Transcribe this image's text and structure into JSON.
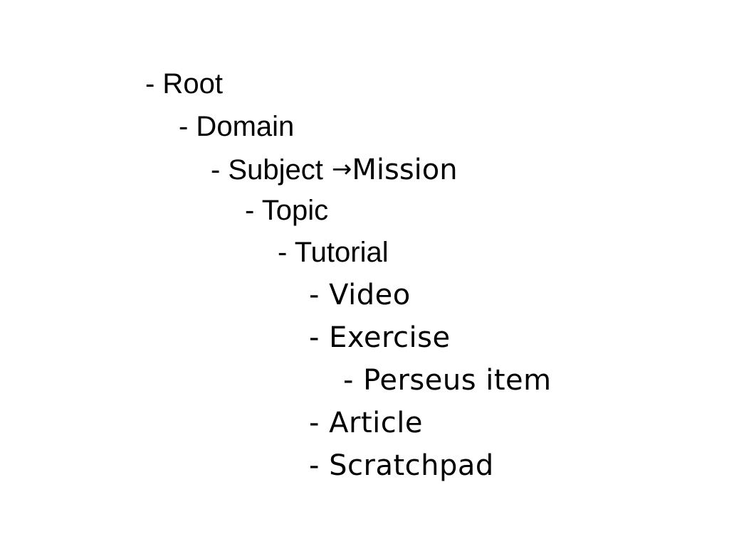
{
  "hierarchy": {
    "root": "- Root",
    "domain": "- Domain",
    "subject": "- Subject",
    "subject_arrow": "→",
    "subject_mapping": "Mission",
    "topic": "- Topic",
    "tutorial": "- Tutorial",
    "video": "- Video",
    "exercise": "- Exercise",
    "perseus_item": "- Perseus item",
    "article": "- Article",
    "scratchpad": "- Scratchpad"
  },
  "colors": {
    "text": "#000000",
    "background": "#ffffff"
  }
}
